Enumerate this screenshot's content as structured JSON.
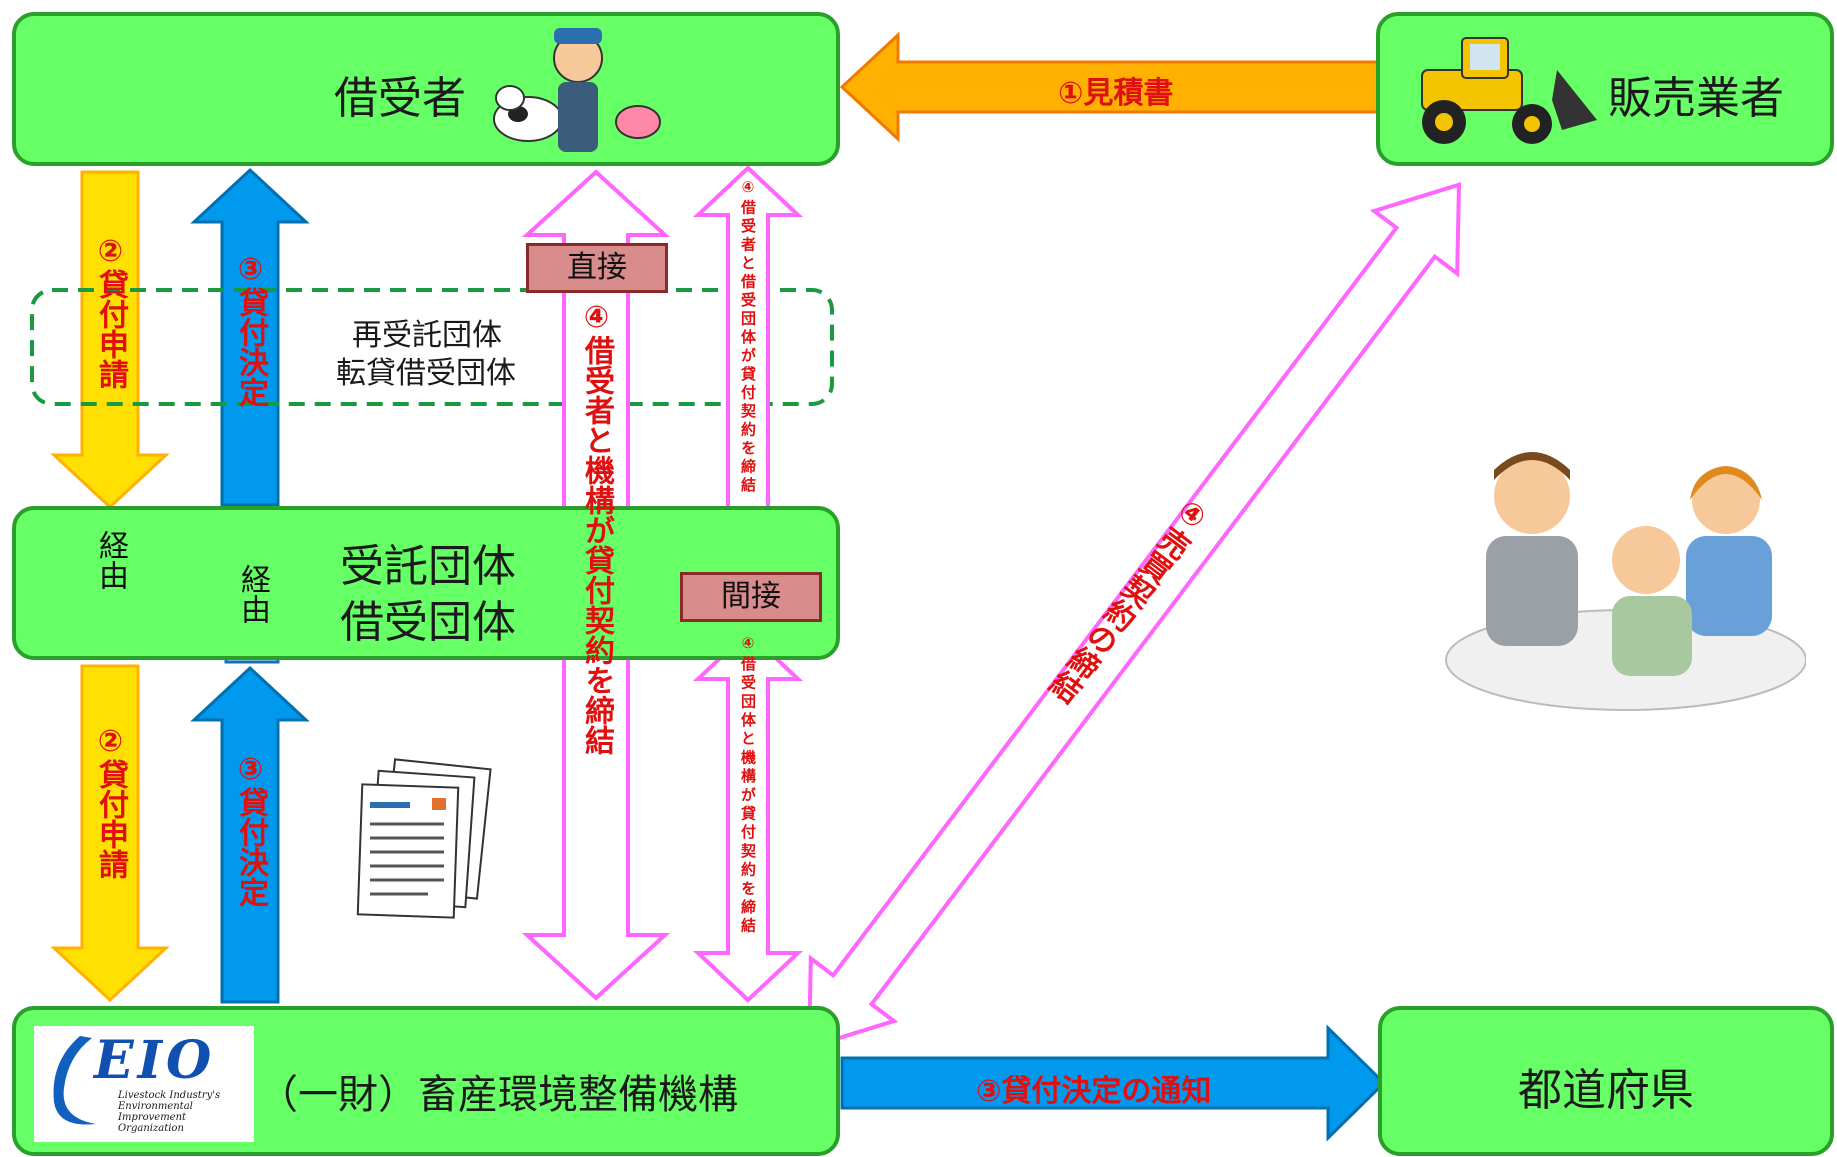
{
  "nodes": {
    "borrower": "借受者",
    "seller": "販売業者",
    "trustee": [
      "受託団体",
      "借受団体"
    ],
    "sub_trustee": [
      "再受託団体",
      "転貸借受団体"
    ],
    "eio": "（一財）畜産環境整備機構",
    "prefecture": "都道府県"
  },
  "arrows": {
    "quote": "①見積書",
    "loan_application": "②貸付申請",
    "loan_decision": "③貸付決定",
    "via": "経由",
    "notice": "③貸付決定の通知",
    "sales_contract": "④売買契約の締結",
    "direct_contract": "④借受者と機構が貸付契約を締結",
    "indirect_contract_upper": "④借受者と借受団体が貸付契約を締結",
    "indirect_contract_lower": "④借受団体と機構が貸付契約を締結"
  },
  "tags": {
    "direct": "直接",
    "indirect": "間接"
  },
  "logo": {
    "mark": "EIO",
    "lines": [
      "Livestock Industry's",
      "Environmental",
      "Improvement",
      "Organization"
    ]
  },
  "colors": {
    "box_fill": "#66ff66",
    "box_border": "#2aa02a",
    "orange_arrow": "#ffb000",
    "yellow_arrow": "#ffe000",
    "blue_arrow": "#0099ee",
    "pink_arrow": "#ff66ff",
    "red_text": "#e01010"
  }
}
